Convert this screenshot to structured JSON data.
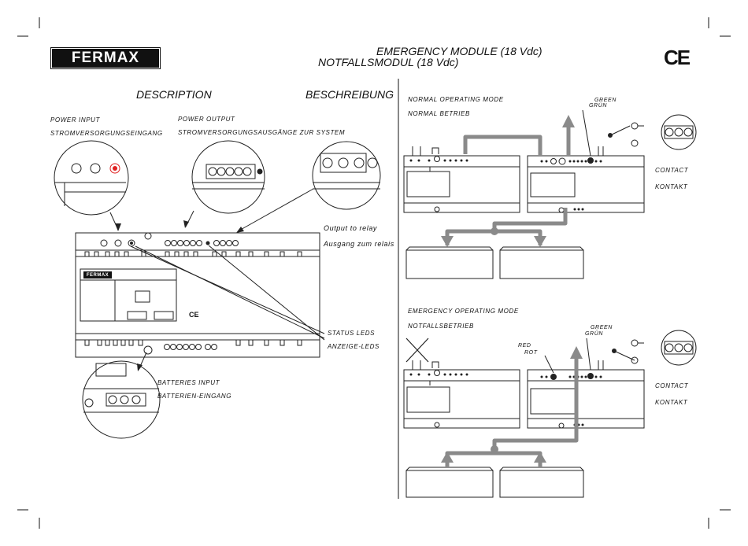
{
  "header": {
    "logo": "FERMAX",
    "title_en": "EMERGENCY MODULE (18 Vdc)",
    "title_de": "NOTFALLSMODUL (18 Vdc)",
    "ce_mark": "CE"
  },
  "left": {
    "description": "DESCRIPTION",
    "beschreibung": "BESCHREIBUNG",
    "power_input_en": "POWER INPUT",
    "power_input_de": "STROMVERSORGUNGSEINGANG",
    "power_output_en": "POWER OUTPUT",
    "power_output_de": "STROMVERSORGUNGSAUSGÄNGE ZUR SYSTEM",
    "relay_en": "Output to relay",
    "relay_de": "Ausgang zum relais",
    "status_en": "STATUS LEDS",
    "status_de": "ANZEIGE-LEDS",
    "batteries_en": "BATTERIES INPUT",
    "batteries_de": "BATTERIEN-EINGANG",
    "module_logo": "FERMAX",
    "module_ce": "CE"
  },
  "right": {
    "normal_en": "NORMAL OPERATING MODE",
    "normal_de": "NORMAL BETRIEB",
    "emergency_en": "EMERGENCY OPERATING MODE",
    "emergency_de": "NOTFALLSBETRIEB",
    "green_en": "GREEN",
    "green_de": "GRÜN",
    "red_en": "RED",
    "red_de": "ROT",
    "contact_en": "CONTACT",
    "contact_de": "KONTAKT"
  },
  "colors": {
    "arrow_gray": "#8a8a8a",
    "led_red": "#e02020",
    "line": "#222222"
  }
}
